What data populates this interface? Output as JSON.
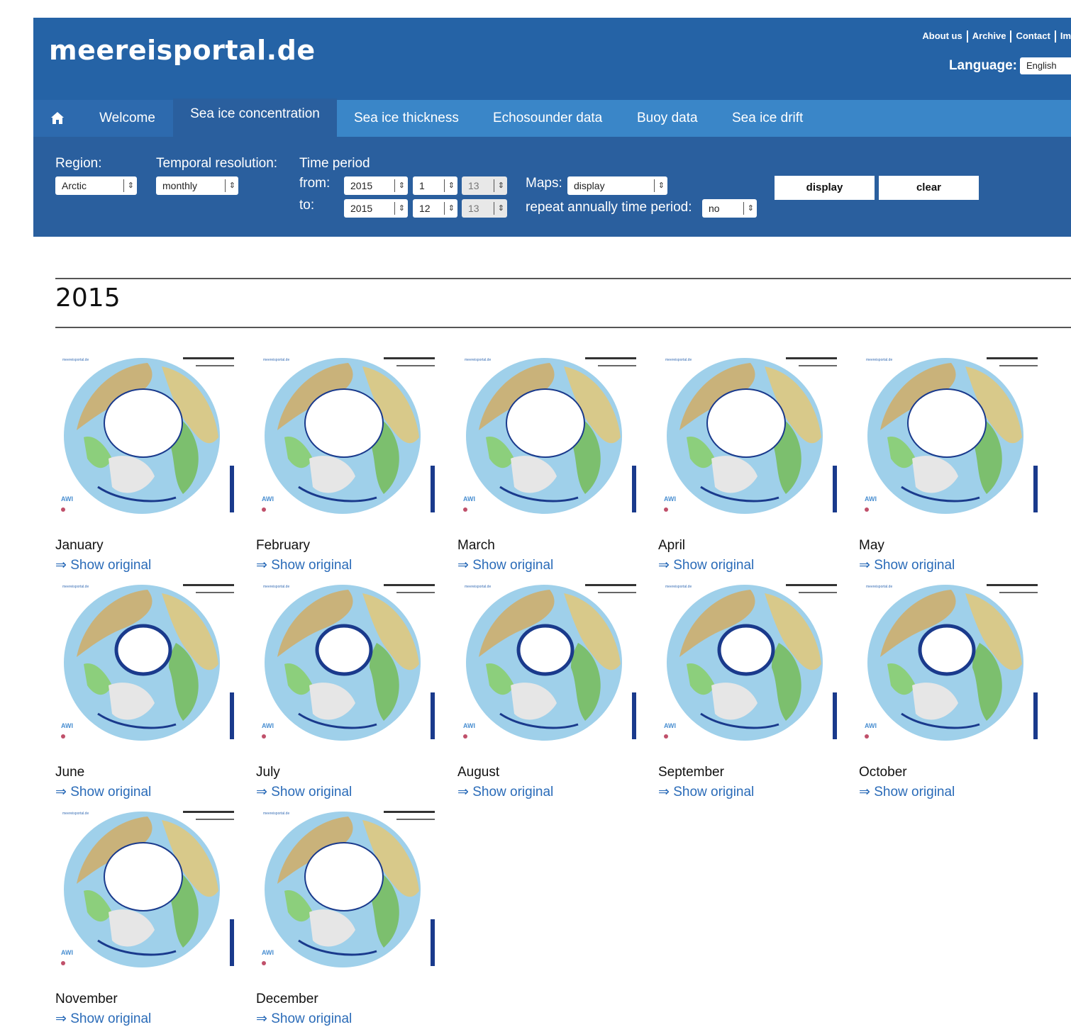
{
  "header": {
    "site_title": "meereisportal.de",
    "links": [
      "About us",
      "Archive",
      "Contact",
      "Im"
    ],
    "language_label": "Language:",
    "language_value": "English"
  },
  "nav": {
    "home_icon": "home-icon",
    "items": [
      "Welcome",
      "Sea ice concentration",
      "Sea ice thickness",
      "Echosounder data",
      "Buoy data",
      "Sea ice drift"
    ],
    "active": "Sea ice concentration"
  },
  "filters": {
    "region_label": "Region:",
    "region_value": "Arctic",
    "temporal_label": "Temporal resolution:",
    "temporal_value": "monthly",
    "time_period_label": "Time period",
    "from_label": "from:",
    "to_label": "to:",
    "from_year": "2015",
    "from_month": "1",
    "from_day": "13",
    "to_year": "2015",
    "to_month": "12",
    "to_day": "13",
    "maps_label": "Maps:",
    "maps_value": "display",
    "repeat_label": "repeat annually time period:",
    "repeat_value": "no",
    "display_button": "display",
    "clear_button": "clear"
  },
  "results": {
    "year": "2015",
    "show_original": "Show original",
    "months": [
      "January",
      "February",
      "March",
      "April",
      "May",
      "June",
      "July",
      "August",
      "September",
      "October",
      "November",
      "December"
    ]
  },
  "colors": {
    "header_bg": "#2563a6",
    "nav_bg": "#3a86c8",
    "filter_bg": "#2a5f9e",
    "link": "#2a6bb8"
  }
}
